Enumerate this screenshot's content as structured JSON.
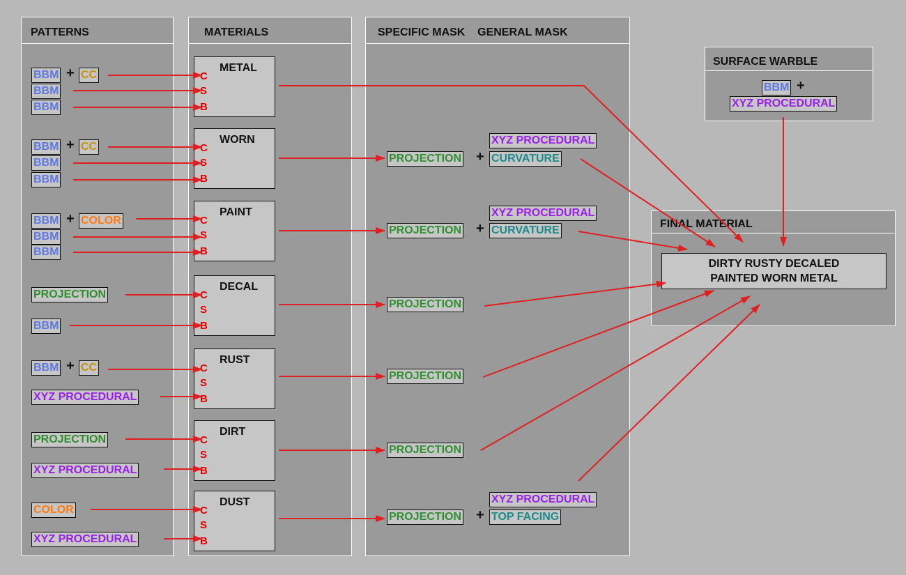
{
  "panels": {
    "patterns": "PATTERNS",
    "materials": "MATERIALS",
    "mask": "SPECIFIC MASK    GENERAL MASK",
    "surface_warble": "SURFACE WARBLE",
    "final_material": "FINAL MATERIAL"
  },
  "materials": [
    "METAL",
    "WORN",
    "PAINT",
    "DECAL",
    "RUST",
    "DIRT",
    "DUST"
  ],
  "channels": {
    "c": "C",
    "s": "S",
    "b": "B"
  },
  "plus": "+",
  "tags": {
    "bbm": "BBM",
    "cc": "CC",
    "color": "COLOR",
    "projection": "PROJECTION",
    "xyz": "XYZ PROCEDURAL",
    "curvature": "CURVATURE",
    "top_facing": "TOP FACING"
  },
  "final_line1": "DIRTY RUSTY DECALED",
  "final_line2": "PAINTED WORN METAL",
  "colors": {
    "arrow": "#e02020",
    "bbm": "#5e7ae0",
    "cc": "#c89010",
    "color": "#ff7a10",
    "projection": "#2f8f2f",
    "xyz": "#9a1fe8",
    "curvature": "#1d8a8a"
  }
}
